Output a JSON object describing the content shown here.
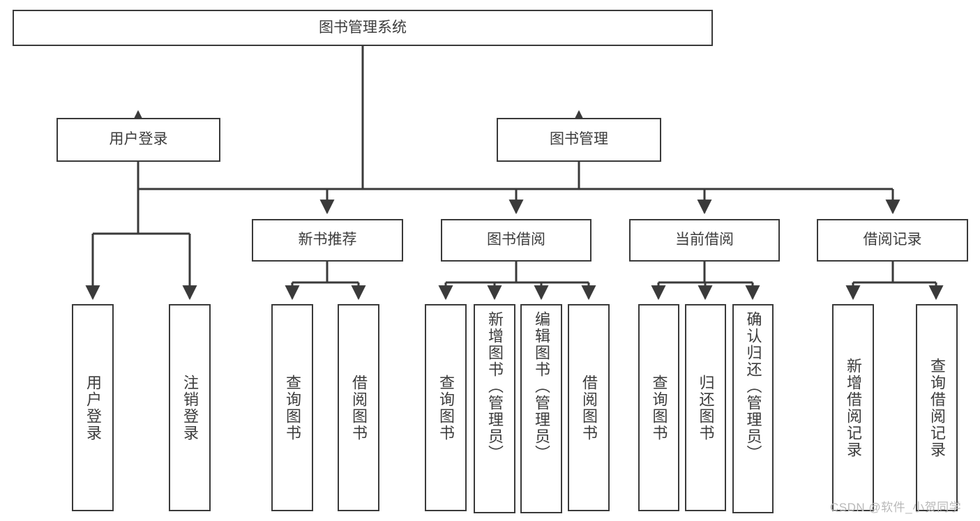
{
  "diagram": {
    "title": "图书管理系统",
    "type": "tree-hierarchy-diagram",
    "colors": {
      "box_border": "#3a3a3a",
      "box_fill": "#ffffff",
      "connector": "#3a3a3a",
      "text": "#3c3c3c",
      "background": "#ffffff",
      "watermark": "#b9b9b9"
    },
    "nodes": {
      "root": {
        "label": "图书管理系统"
      },
      "level1": [
        {
          "label": "用户登录"
        },
        {
          "label": "图书管理"
        }
      ],
      "level2": [
        {
          "label": "新书推荐"
        },
        {
          "label": "图书借阅"
        },
        {
          "label": "当前借阅"
        },
        {
          "label": "借阅记录"
        }
      ],
      "leaves_user_login": [
        {
          "label": "用户登录"
        },
        {
          "label": "注销登录"
        }
      ],
      "leaves_new_book": [
        {
          "label": "查询图书"
        },
        {
          "label": "借阅图书"
        }
      ],
      "leaves_borrow": [
        {
          "label": "查询图书"
        },
        {
          "label": "新增图书（管理员）"
        },
        {
          "label": "编辑图书（管理员）"
        },
        {
          "label": "借阅图书"
        }
      ],
      "leaves_current": [
        {
          "label": "查询图书"
        },
        {
          "label": "归还图书"
        },
        {
          "label": "确认归还（管理员）"
        }
      ],
      "leaves_record": [
        {
          "label": "新增借阅记录"
        },
        {
          "label": "查询借阅记录"
        }
      ]
    },
    "watermark": "CSDN @软件_小贺同学"
  }
}
